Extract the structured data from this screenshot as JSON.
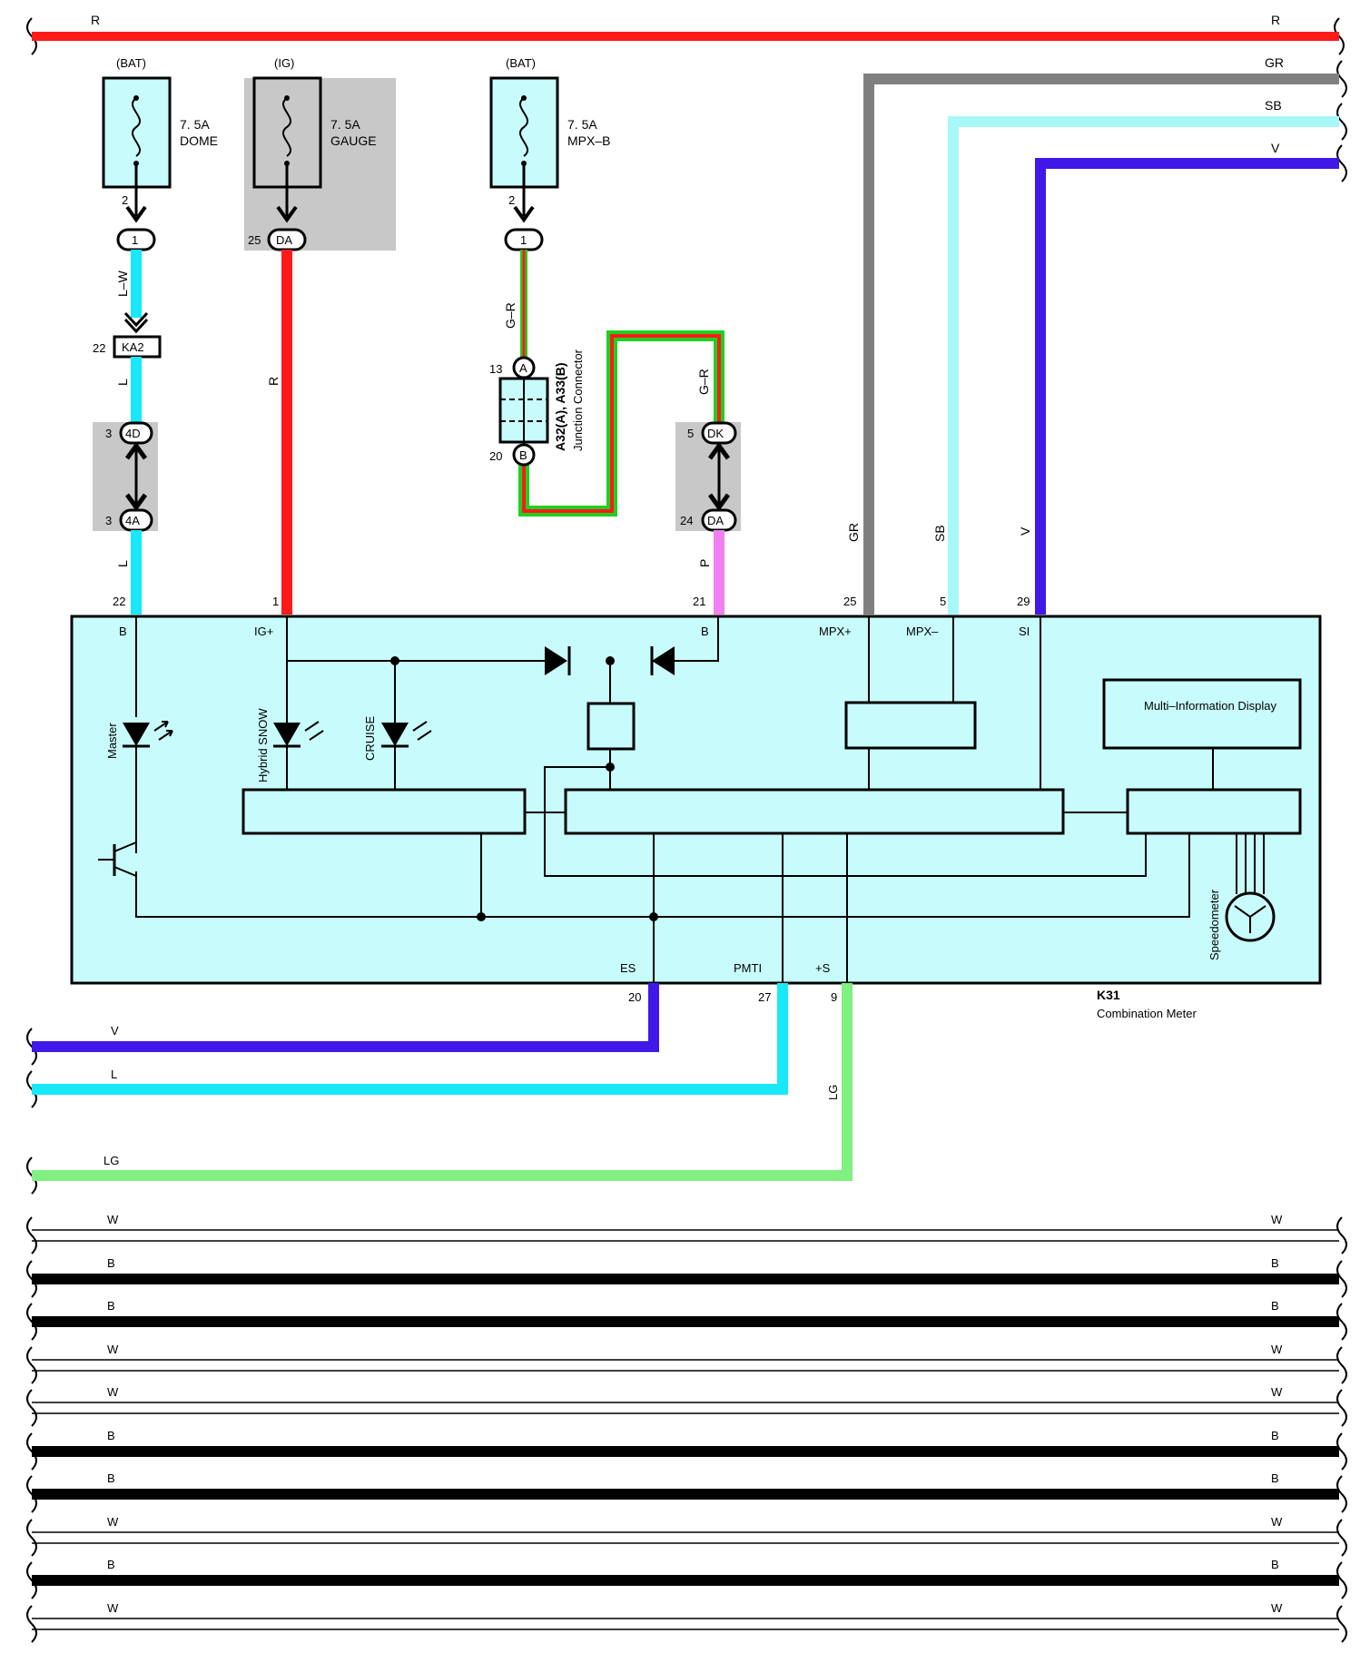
{
  "colors": {
    "R": "#ff1a1a",
    "GR": "#808080",
    "SB": "#a8f8f8",
    "V": "#4018e8",
    "L": "#18e8f8",
    "LG": "#80f080",
    "P": "#f080f0",
    "G": "#20d020",
    "W": "#ffffff",
    "B": "#000000",
    "meter_bg": "#c8fcfc",
    "shade": "#c8c8c8"
  },
  "top_buses": [
    {
      "label_left": "R",
      "label_right": "R",
      "color": "R"
    },
    {
      "label_right": "GR",
      "color": "GR"
    },
    {
      "label_right": "SB",
      "color": "SB"
    },
    {
      "label_right": "V",
      "color": "V"
    }
  ],
  "fuses": [
    {
      "source": "(BAT)",
      "rating": "7. 5A",
      "name": "DOME",
      "pin": "2",
      "connector": "1",
      "shaded": false
    },
    {
      "source": "(IG)",
      "rating": "7. 5A",
      "name": "GAUGE",
      "pin": "25",
      "connector": "DA",
      "shaded": true
    },
    {
      "source": "(BAT)",
      "rating": "7. 5A",
      "name": "MPX–B",
      "pin": "2",
      "connector": "1",
      "shaded": false
    }
  ],
  "wires": {
    "dome_upper": "L–W",
    "ka2_pin": "22",
    "ka2": "KA2",
    "dome_mid": "L",
    "j4d_pin": "3",
    "j4d": "4D",
    "j4a_pin": "3",
    "j4a": "4A",
    "dome_low": "L",
    "gauge": "R",
    "mpx_upper": "G–R",
    "jc_a_pin": "13",
    "jc_a": "A",
    "jc_b_pin": "20",
    "jc_b": "B",
    "jc_name": "A32(A), A33(B)",
    "jc_desc": "Junction Connector",
    "mpx_right": "G–R",
    "dk_pin": "5",
    "dk": "DK",
    "da_pin": "24",
    "da": "DA",
    "p": "P",
    "gr": "GR",
    "sb": "SB",
    "v": "V"
  },
  "meter": {
    "id": "K31",
    "name": "Combination Meter",
    "top_pins": [
      {
        "num": "22",
        "name": "B"
      },
      {
        "num": "1",
        "name": "IG+"
      },
      {
        "num": "21",
        "name": "B"
      },
      {
        "num": "25",
        "name": "MPX+"
      },
      {
        "num": "5",
        "name": "MPX–"
      },
      {
        "num": "29",
        "name": "SI"
      }
    ],
    "bottom_pins": [
      {
        "num": "20",
        "name": "ES"
      },
      {
        "num": "27",
        "name": "PMTI"
      },
      {
        "num": "9",
        "name": "+S"
      }
    ],
    "indicators": [
      "Master",
      "Hybrid SNOW",
      "CRUISE"
    ],
    "mid_display": "Multi–Information Display",
    "speedometer": "Speedometer"
  },
  "bottom_wires": [
    {
      "label": "V",
      "color": "V"
    },
    {
      "label": "L",
      "color": "L"
    },
    {
      "label": "LG",
      "color": "LG",
      "vlabel": "LG"
    }
  ],
  "ground_buses": [
    {
      "label": "W",
      "color": "W"
    },
    {
      "label": "B",
      "color": "B"
    },
    {
      "label": "B",
      "color": "B"
    },
    {
      "label": "W",
      "color": "W"
    },
    {
      "label": "W",
      "color": "W"
    },
    {
      "label": "B",
      "color": "B"
    },
    {
      "label": "B",
      "color": "B"
    },
    {
      "label": "W",
      "color": "W"
    },
    {
      "label": "B",
      "color": "B"
    },
    {
      "label": "W",
      "color": "W"
    }
  ]
}
